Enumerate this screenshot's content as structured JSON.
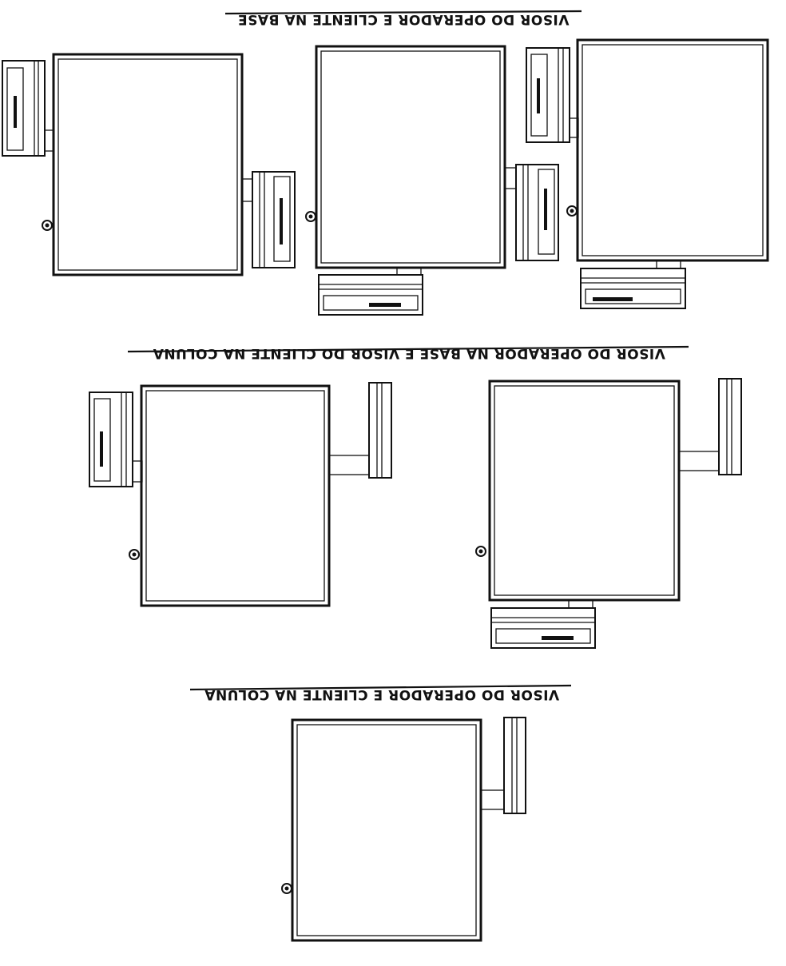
{
  "sections": [
    {
      "caption": "VISOR DO OPERADOR E CLIENTE NA BASE"
    },
    {
      "caption": "VISOR DO OPERADOR NA BASE E VISOR DO CLIENTE NA COLUNA"
    },
    {
      "caption": "VISOR DO OPERADOR E CLIENTE NA COLUNA"
    }
  ],
  "drawing": {
    "orientation": "rotated 180 degrees",
    "colors": {
      "line": "#111111",
      "paper": "#ffffff"
    },
    "elements": [
      "monitor",
      "side-mounted display",
      "base display",
      "pole display",
      "knob"
    ]
  }
}
